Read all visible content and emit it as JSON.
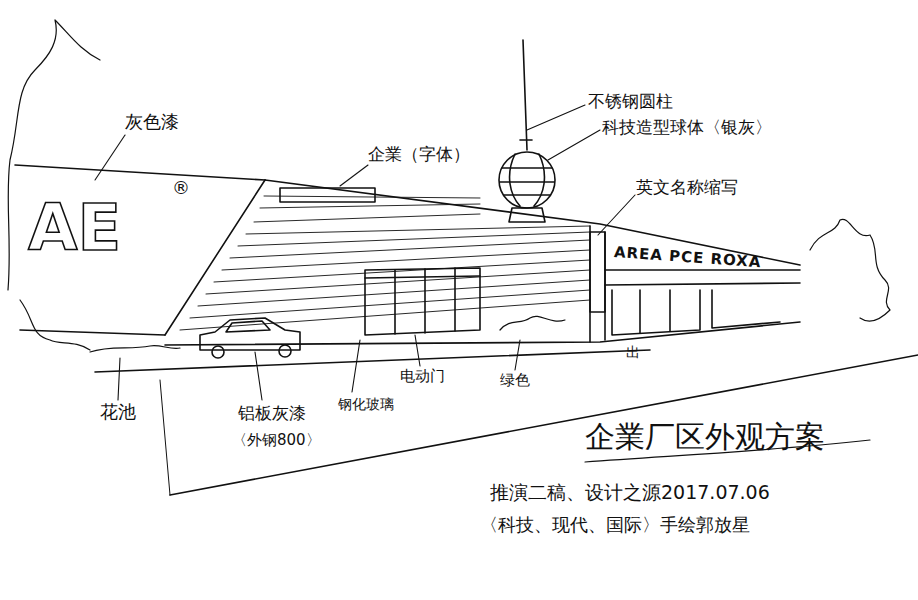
{
  "diagram": {
    "title": "企業厂区外观方案",
    "labels": [
      "灰色漆",
      "AE",
      "®",
      "企業（字体）",
      "不锈钢圆柱",
      "科技造型球体〈银灰〉",
      "英文名称缩写",
      "AREA PCE ROXA",
      "花池",
      "铝板灰漆",
      "〈外钢800〉",
      "钢化玻璃",
      "电动门",
      "绿色",
      "出",
      "推演二稿、设计之源2017.07.06",
      "〈科技、现代、国际〉手绘郭放星"
    ]
  }
}
